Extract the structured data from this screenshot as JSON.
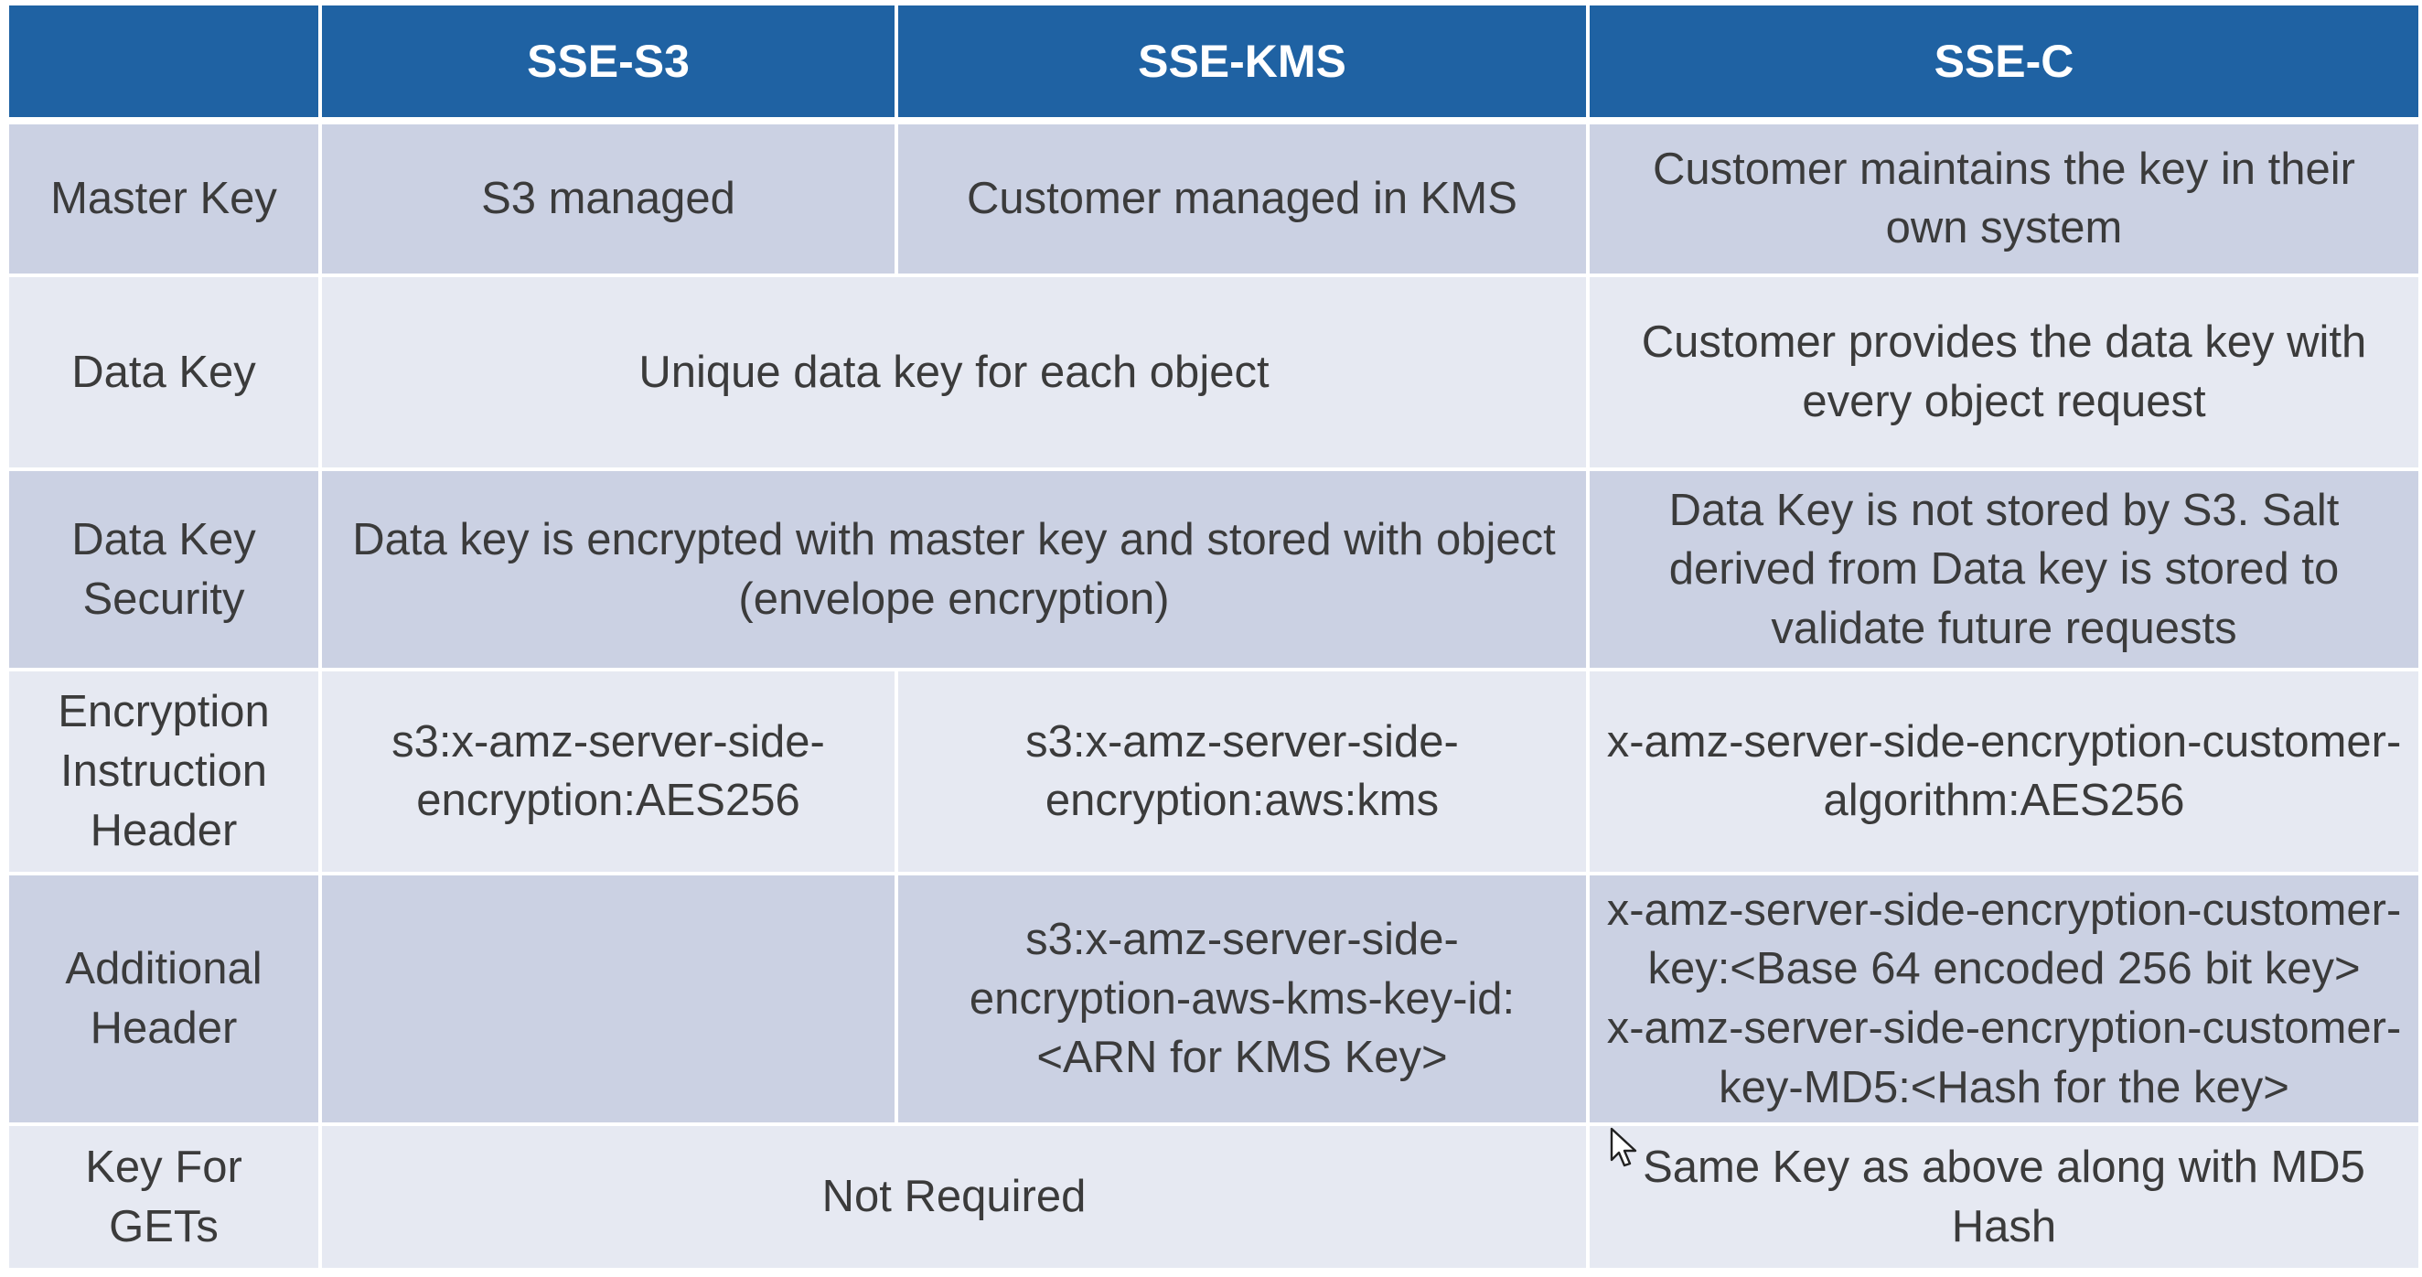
{
  "header": {
    "corner": "",
    "col_sse_s3": "SSE-S3",
    "col_sse_kms": "SSE-KMS",
    "col_sse_c": "SSE-C"
  },
  "rows": {
    "master_key": {
      "label": "Master Key",
      "sse_s3": "S3 managed",
      "sse_kms": "Customer managed in KMS",
      "sse_c": "Customer maintains the key in their own system"
    },
    "data_key": {
      "label": "Data Key",
      "sse_s3_kms": "Unique data key for each object",
      "sse_c": "Customer provides the data key with every object request"
    },
    "data_key_security": {
      "label": "Data Key Security",
      "sse_s3_kms": "Data key is encrypted with master key and stored with object (envelope encryption)",
      "sse_c": "Data Key is not stored by S3.  Salt derived from Data key is stored to validate future requests"
    },
    "encryption_header": {
      "label": "Encryption Instruction Header",
      "sse_s3": "s3:x-amz-server-side-encryption:AES256",
      "sse_kms": "s3:x-amz-server-side-encryption:aws:kms",
      "sse_c": "x-amz-server-side-encryption-customer-algorithm:AES256"
    },
    "additional_header": {
      "label": "Additional Header",
      "sse_s3": "",
      "sse_kms": "s3:x-amz-server-side-encryption-aws-kms-key-id:<ARN for KMS Key>",
      "sse_c_line1": "x-amz-server-side-encryption-customer-key:<Base 64 encoded 256 bit key>",
      "sse_c_line2": "x-amz-server-side-encryption-customer-key-MD5:<Hash for the key>"
    },
    "key_for_gets": {
      "label": "Key For GETs",
      "sse_s3_kms": "Not Required",
      "sse_c": "Same Key as above along with MD5 Hash"
    }
  },
  "colors": {
    "header_bg": "#1f62a3",
    "row_dark": "#cbd1e3",
    "row_light": "#e6e9f2"
  },
  "icons": {
    "cursor": "mouse-pointer-icon"
  }
}
